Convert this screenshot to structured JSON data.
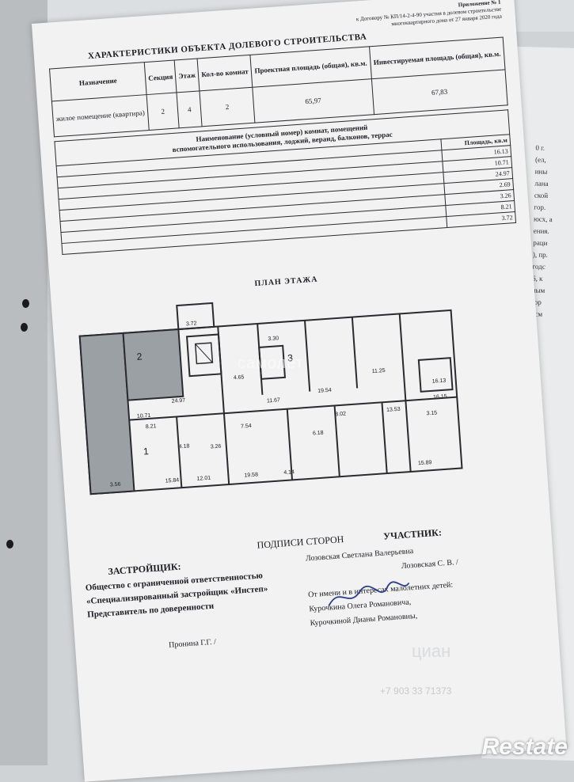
{
  "appendix": {
    "line1": "Приложение № 1",
    "line2": "к Договору № КП/14-2-4-90 участия в долевом строительстве",
    "line3": "многоквартирного дома от 27 января 2020 года"
  },
  "title": "ХАРАКТЕРИСТИКИ ОБЪЕКТА ДОЛЕВОГО СТРОИТЕЛЬСТВА",
  "object_table": {
    "headers": [
      "Назначение",
      "Секция",
      "Этаж",
      "Кол-во комнат",
      "Проектная площадь (общая), кв.м.",
      "Инвестируемая площадь (общая), кв.м."
    ],
    "row": [
      "жилое помещение (квартира)",
      "2",
      "4",
      "2",
      "65,97",
      "67,83"
    ]
  },
  "rooms": {
    "heading_line1": "Наименование (условный номер) комнат, помещений",
    "heading_line2": "вспомогательного использования, лоджий, веранд, балконов, террас",
    "area_header": "Площадь, кв.м",
    "rows": [
      {
        "name": "",
        "value": "16.13"
      },
      {
        "name": "",
        "value": "10.71"
      },
      {
        "name": "",
        "value": "24.97"
      },
      {
        "name": "",
        "value": "2.69"
      },
      {
        "name": "",
        "value": "3.26"
      },
      {
        "name": "",
        "value": "8.21"
      },
      {
        "name": "",
        "value": "3.72"
      }
    ]
  },
  "plan": {
    "title": "ПЛАН ЭТАЖА",
    "labels": [
      "3.72",
      "2",
      "24.97",
      "10.71",
      "16.13",
      "8.21",
      "4.65",
      "3.30",
      "11.67",
      "7.54",
      "4.18",
      "3.26",
      "1",
      "15.84",
      "12.01",
      "19.58",
      "3",
      "19.54",
      "11.25",
      "8.02",
      "6.18",
      "15.89",
      "13.53",
      "3.15",
      "16.15",
      "3.56",
      "4.14"
    ]
  },
  "signatures": {
    "sides_heading": "ПОДПИСИ СТОРОН",
    "developer_heading": "ЗАСТРОЙЩИК:",
    "developer_lines": [
      "Общество с ограниченной ответственностью",
      "«Специализированный застройщик «Инстеп»",
      "Представитель по доверенности"
    ],
    "developer_signer": "Пронина Г.Г. /",
    "participant_heading": "УЧАСТНИК:",
    "participant_lines": [
      "Лозовская Светлана Валерьевна",
      "Лозовская С. В. /",
      "От имени и в интересах малолетних детей:",
      "Курочкина Олега Романовича,",
      "Курочкиной Дианы Романовны,"
    ]
  },
  "watermarks": {
    "samolet": "самолет",
    "restate": "Restate",
    "cian": "циан",
    "phone": "+7 903 33 71373"
  },
  "right_strip": [
    "0 г.",
    "(ел,",
    "ины",
    "лана",
    "ской",
    "гор.",
    "юсх, а",
    "ения.",
    "раци",
    "), пр.",
    "годс",
    "6, к",
    "ным",
    "гор",
    "усм"
  ],
  "colors": {
    "paper": "#f1f2f1",
    "ink": "#1c1c22",
    "shade": "#9aa0a4"
  }
}
